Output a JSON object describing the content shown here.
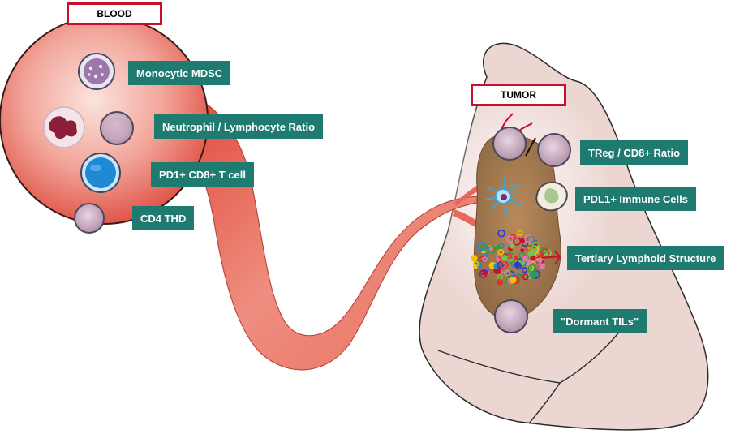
{
  "blood": {
    "title": "BLOOD",
    "markers": [
      {
        "label": "Monocytic MDSC"
      },
      {
        "label": "Neutrophil / Lymphocyte Ratio"
      },
      {
        "label": "PD1+ CD8+ T cell"
      },
      {
        "label": "CD4 THD"
      }
    ]
  },
  "tumor": {
    "title": "TUMOR",
    "markers": [
      {
        "label": "TReg / CD8+ Ratio"
      },
      {
        "label": "PDL1+ Immune Cells"
      },
      {
        "label": "Tertiary Lymphoid Structure"
      },
      {
        "label": "\"Dormant TILs\""
      }
    ]
  },
  "colors": {
    "label_bg": "#1f7a70",
    "title_border": "#c8102e",
    "vessel": "#e05a48",
    "tissue": "#ecd6d2"
  }
}
